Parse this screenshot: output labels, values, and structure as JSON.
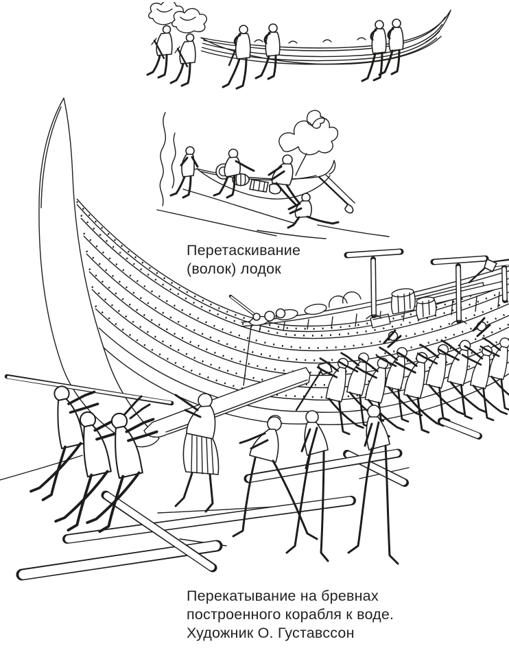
{
  "colors": {
    "paper": "#ffffff",
    "ink": "#1d1d1b",
    "caption_text": "#231f20"
  },
  "captions": {
    "portage": {
      "lines": [
        "Перетаскивание",
        "(волок) лодок"
      ]
    },
    "rolling": {
      "lines": [
        "Перекатывание на бревнах",
        "построенного корабля к воде.",
        "Художник О. Густавссон"
      ]
    }
  }
}
